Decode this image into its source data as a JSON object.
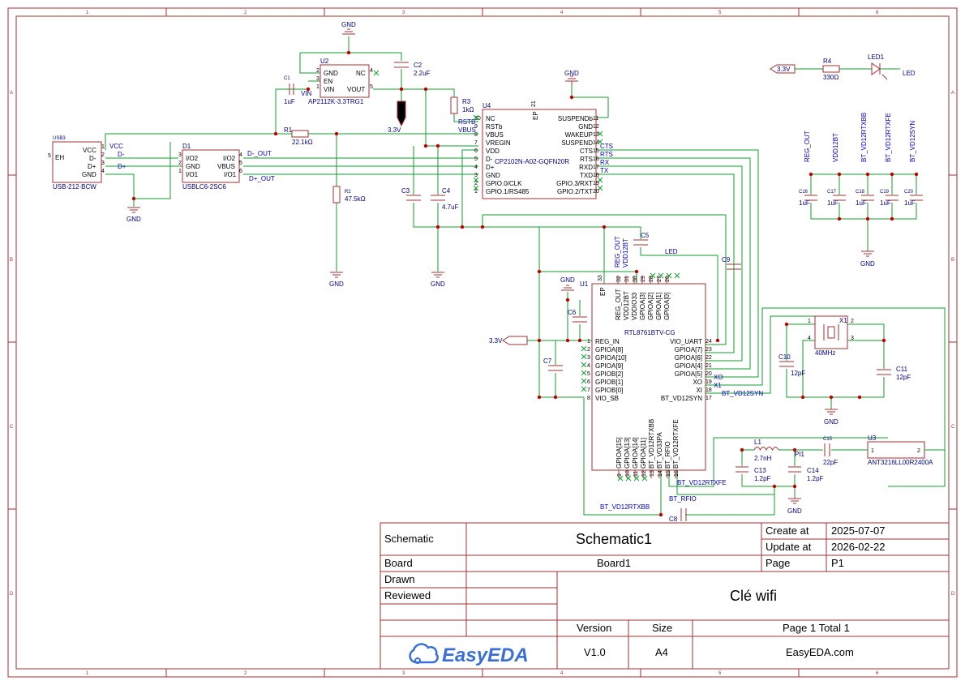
{
  "frame": {
    "columns": [
      "1",
      "2",
      "3",
      "4",
      "5",
      "6"
    ],
    "rows": [
      "A",
      "B",
      "C",
      "D"
    ]
  },
  "components": {
    "usb": {
      "ref": "USB3",
      "value": "USB-212-BCW",
      "pins": [
        "EH",
        "VCC",
        "D-",
        "D+",
        "GND"
      ],
      "nums": [
        "5",
        "1",
        "2",
        "3",
        "4"
      ]
    },
    "d1": {
      "ref": "D1",
      "value": "USBLC6-2SC6",
      "left": [
        "I/O2",
        "GND",
        "I/O1"
      ],
      "right": [
        "I/O2",
        "VBUS",
        "I/O1"
      ],
      "lnums": [
        "3",
        "2",
        "1"
      ],
      "rnums": [
        "4",
        "5",
        "6"
      ]
    },
    "u2": {
      "ref": "U2",
      "value": "AP2112K-3.3TRG1",
      "left": [
        "GND",
        "EN",
        "VIN"
      ],
      "right": [
        "NC",
        "VOUT"
      ],
      "lnums": [
        "2",
        "3",
        "1"
      ],
      "rnums": [
        "4",
        "5"
      ]
    },
    "c1": {
      "ref": "C1",
      "value": "1uF"
    },
    "c2": {
      "ref": "C2",
      "value": "2.2uF"
    },
    "r1": {
      "ref": "R1",
      "value": "22.1kΩ"
    },
    "r2": {
      "ref": "R2",
      "value": "47.5kΩ"
    },
    "r3": {
      "ref": "R3",
      "value": "1kΩ"
    },
    "c3": {
      "ref": "C3",
      "value": ""
    },
    "c4": {
      "ref": "C4",
      "value": "4.7uF"
    },
    "u4": {
      "ref": "U4",
      "value": "CP2102N-A02-GQFN20R",
      "ep": "EP",
      "epnum": "21",
      "left": [
        "NC",
        "RSTb",
        "VBUS",
        "VREGIN",
        "VDD",
        "D-",
        "D+",
        "GND",
        "GPIO.0/CLK",
        "GPIO.1/RS485"
      ],
      "lnums": [
        "10",
        "9",
        "8",
        "7",
        "6",
        "5",
        "4",
        "3",
        "2",
        "1"
      ],
      "right": [
        "SUSPENDb",
        "GND",
        "WAKEUP",
        "SUSPEND",
        "CTS",
        "RTS",
        "RXD",
        "TXD",
        "GPIO.3/RXT",
        "GPIO.2/TXT"
      ],
      "rnums": [
        "11",
        "12",
        "13",
        "14",
        "15",
        "16",
        "17",
        "18",
        "19",
        "20"
      ]
    },
    "r4": {
      "ref": "R4",
      "value": "330Ω"
    },
    "led1": {
      "ref": "LED1"
    },
    "c16": {
      "ref": "C16",
      "value": "1uF"
    },
    "c17": {
      "ref": "C17",
      "value": "1uF"
    },
    "c18": {
      "ref": "C18",
      "value": "1uF"
    },
    "c19": {
      "ref": "C19",
      "value": "1uF"
    },
    "c20": {
      "ref": "C20",
      "value": "1uF"
    },
    "u1": {
      "ref": "U1",
      "value": "RTL8761BTV-CG",
      "ep": "EP",
      "epnum": "33",
      "left": [
        "REG_IN",
        "GPIOA[8]",
        "GPIOA[10]",
        "GPIOA[9]",
        "GPIOB[2]",
        "GPIOB[1]",
        "GPIOB[0]",
        "VIO_SB"
      ],
      "lnums": [
        "1",
        "2",
        "3",
        "4",
        "5",
        "6",
        "7",
        "8"
      ],
      "right": [
        "VIO_UART",
        "GPIOA[7]",
        "GPIOA[6]",
        "GPIOA[4]",
        "GPIOA[5]",
        "XO",
        "XI",
        "BT_VD12SYN"
      ],
      "rnums": [
        "24",
        "23",
        "22",
        "21",
        "20",
        "19",
        "18",
        "17"
      ],
      "top": [
        "REG_OUT",
        "VDD12BT",
        "VDDIO33",
        "GPIOA[3]",
        "GPIOA[2]",
        "GPIOA[1]",
        "GPIOA[0]"
      ],
      "tnums": [
        "32",
        "31",
        "30",
        "29",
        "28",
        "27",
        "26"
      ],
      "bottom": [
        "GPIOA[15]",
        "GPIOA[13]",
        "GPIOA[14]",
        "GPIOA[11]",
        "BT_VD12RTXBB",
        "BT_VD33PA",
        "BT_RFIO",
        "BT_VD12RTXFE"
      ],
      "bnums": [
        "9",
        "10",
        "11",
        "12",
        "13",
        "14",
        "15",
        "16"
      ]
    },
    "c5": {
      "ref": "C5"
    },
    "c6": {
      "ref": "C6"
    },
    "c7": {
      "ref": "C7"
    },
    "c8": {
      "ref": "C8"
    },
    "c9": {
      "ref": "C9"
    },
    "x1": {
      "ref": "X1",
      "value": "40MHz",
      "nums": [
        "1",
        "2",
        "3",
        "4"
      ]
    },
    "c10": {
      "ref": "C10",
      "value": "12pF"
    },
    "c11": {
      "ref": "C11",
      "value": "12pF"
    },
    "l1": {
      "ref": "L1",
      "value": "2.7nH"
    },
    "pi1": {
      "ref": "PI1"
    },
    "c13": {
      "ref": "C13",
      "value": "1.2pF"
    },
    "c14": {
      "ref": "C14",
      "value": "1.2pF"
    },
    "c15": {
      "ref": "C15",
      "value": "22pF"
    },
    "u3": {
      "ref": "U3",
      "value": "ANT3216LL00R2400A",
      "nums": [
        "1",
        "2"
      ]
    }
  },
  "nets": {
    "gnd": "GND",
    "v33": "3.3V",
    "vcc": "VCC",
    "dm": "D-",
    "dp": "D+",
    "dmout": "D-_OUT",
    "dpout": "D+_OUT",
    "vin": "VIN",
    "rstb": "RSTB",
    "vbus": "VBUS",
    "cts": "CTS",
    "rts": "RTS",
    "rx": "RX",
    "tx": "TX",
    "led": "LED",
    "regout": "REG_OUT",
    "vdd12bt": "VDD12BT",
    "rtxbb": "BT_VD12RTXBB",
    "rtxfe": "BT_VD12RTXFE",
    "vd12syn": "BT_VD12SYN",
    "xo": "XO",
    "xi": "X1",
    "rfio": "BT_RFIO"
  },
  "titleblock": {
    "schematic_label": "Schematic",
    "schematic_name": "Schematic1",
    "create_label": "Create at",
    "create_date": "2025-07-07",
    "update_label": "Update at",
    "update_date": "2026-02-22",
    "board_label": "Board",
    "board_name": "Board1",
    "page_label": "Page",
    "page_value": "P1",
    "drawn_label": "Drawn",
    "reviewed_label": "Reviewed",
    "project": "Clé wifi",
    "version_label": "Version",
    "version": "V1.0",
    "size_label": "Size",
    "size": "A4",
    "pages_text": "Page  1  Total  1",
    "site": "EasyEDA.com",
    "logo": "EasyEDA"
  }
}
